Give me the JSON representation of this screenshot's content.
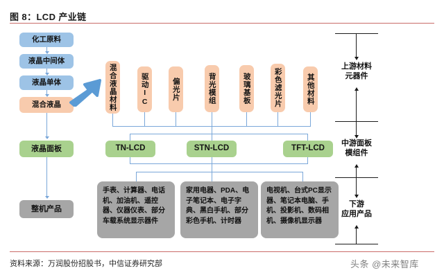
{
  "header": {
    "figure_title": "图 8：LCD 产业链"
  },
  "footer": {
    "source": "资料来源：万润股份招股书，中信证券研究部",
    "watermark": "头条 @未来智库"
  },
  "colors": {
    "blue": "#9dc3e6",
    "orange": "#f8cbad",
    "green": "#a9d18e",
    "gray": "#a6a6a6",
    "connector": "#7aa7d9",
    "rule": "#c0504d",
    "axis": "#1a1a1a"
  },
  "left_chain": {
    "nodes": [
      {
        "label": "化工原料",
        "color": "blue"
      },
      {
        "label": "液晶中间体",
        "color": "blue"
      },
      {
        "label": "液晶单体",
        "color": "blue"
      },
      {
        "label": "混合液晶",
        "color": "orange"
      },
      {
        "label": "液晶面板",
        "color": "green"
      },
      {
        "label": "整机产品",
        "color": "gray"
      }
    ]
  },
  "materials": {
    "items": [
      {
        "label": "混合液晶材料"
      },
      {
        "label": "驱动IC"
      },
      {
        "label": "偏光片"
      },
      {
        "label": "背光模组"
      },
      {
        "label": "玻璃基板"
      },
      {
        "label": "彩色滤光片"
      },
      {
        "label": "其他材料"
      }
    ]
  },
  "panel_types": {
    "items": [
      {
        "label": "TN-LCD"
      },
      {
        "label": "STN-LCD"
      },
      {
        "label": "TFT-LCD"
      }
    ]
  },
  "applications": {
    "items": [
      {
        "label": "手表、计算器、电话机、加油机、遥控器、仪器仪表、部分车载系统显示器件"
      },
      {
        "label": "家用电器、PDA、电子笔记本、电子字典、黑白手机、部分彩色手机、计时器"
      },
      {
        "label": "电视机、台式PC显示器、笔记本电脑、手机、投影机、数码相机、摄像机显示器"
      }
    ]
  },
  "value_chain_axis": {
    "stages": [
      {
        "label": "上游材料\n元器件"
      },
      {
        "label": "中游面板\n模组件"
      },
      {
        "label": "下游\n应用产品"
      }
    ]
  }
}
